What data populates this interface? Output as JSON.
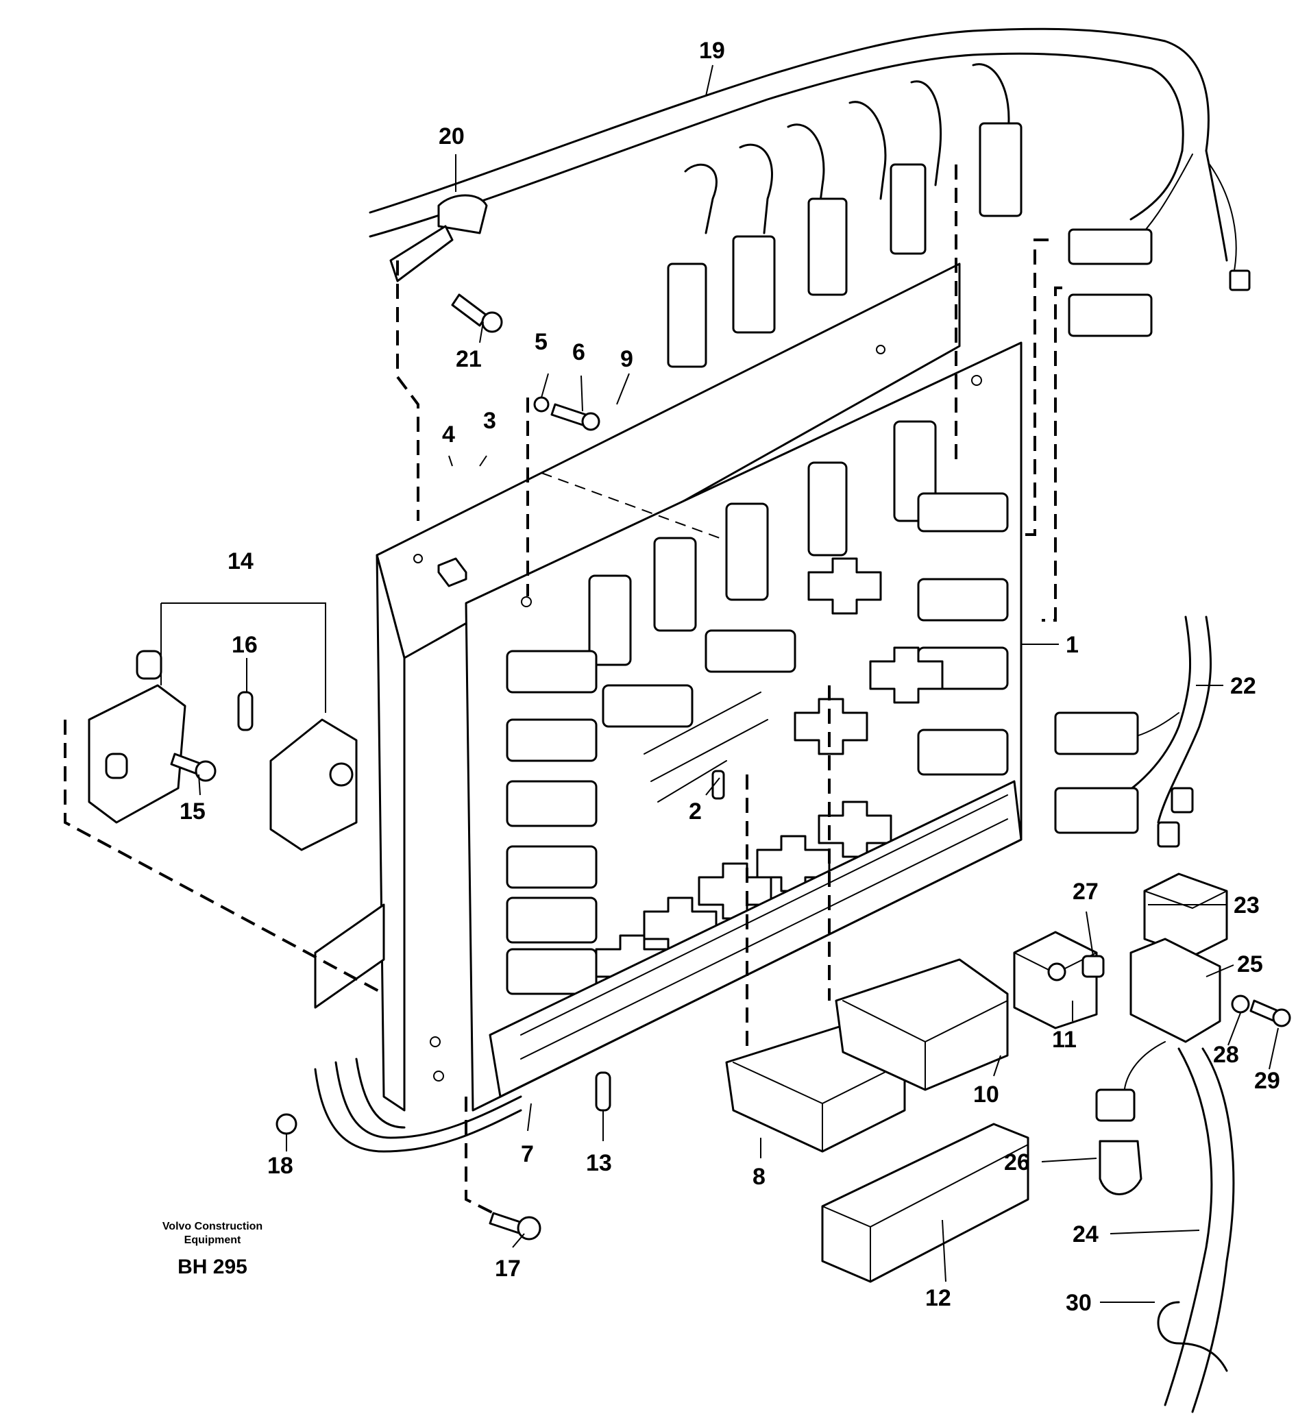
{
  "figure": {
    "publisher_line1": "Volvo Construction",
    "publisher_line2": "Equipment",
    "code": "BH 295"
  },
  "callouts": [
    {
      "id": "c1",
      "text": "1"
    },
    {
      "id": "c2",
      "text": "2"
    },
    {
      "id": "c3",
      "text": "3"
    },
    {
      "id": "c4",
      "text": "4"
    },
    {
      "id": "c5",
      "text": "5"
    },
    {
      "id": "c6",
      "text": "6"
    },
    {
      "id": "c7",
      "text": "7"
    },
    {
      "id": "c8",
      "text": "8"
    },
    {
      "id": "c9",
      "text": "9"
    },
    {
      "id": "c10",
      "text": "10"
    },
    {
      "id": "c11",
      "text": "11"
    },
    {
      "id": "c12",
      "text": "12"
    },
    {
      "id": "c13",
      "text": "13"
    },
    {
      "id": "c14",
      "text": "14"
    },
    {
      "id": "c15",
      "text": "15"
    },
    {
      "id": "c16",
      "text": "16"
    },
    {
      "id": "c17",
      "text": "17"
    },
    {
      "id": "c18",
      "text": "18"
    },
    {
      "id": "c19",
      "text": "19"
    },
    {
      "id": "c20",
      "text": "20"
    },
    {
      "id": "c21",
      "text": "21"
    },
    {
      "id": "c22",
      "text": "22"
    },
    {
      "id": "c23",
      "text": "23"
    },
    {
      "id": "c24",
      "text": "24"
    },
    {
      "id": "c25",
      "text": "25"
    },
    {
      "id": "c26",
      "text": "26"
    },
    {
      "id": "c27",
      "text": "27"
    },
    {
      "id": "c28",
      "text": "28"
    },
    {
      "id": "c29",
      "text": "29"
    },
    {
      "id": "c30",
      "text": "30"
    }
  ]
}
